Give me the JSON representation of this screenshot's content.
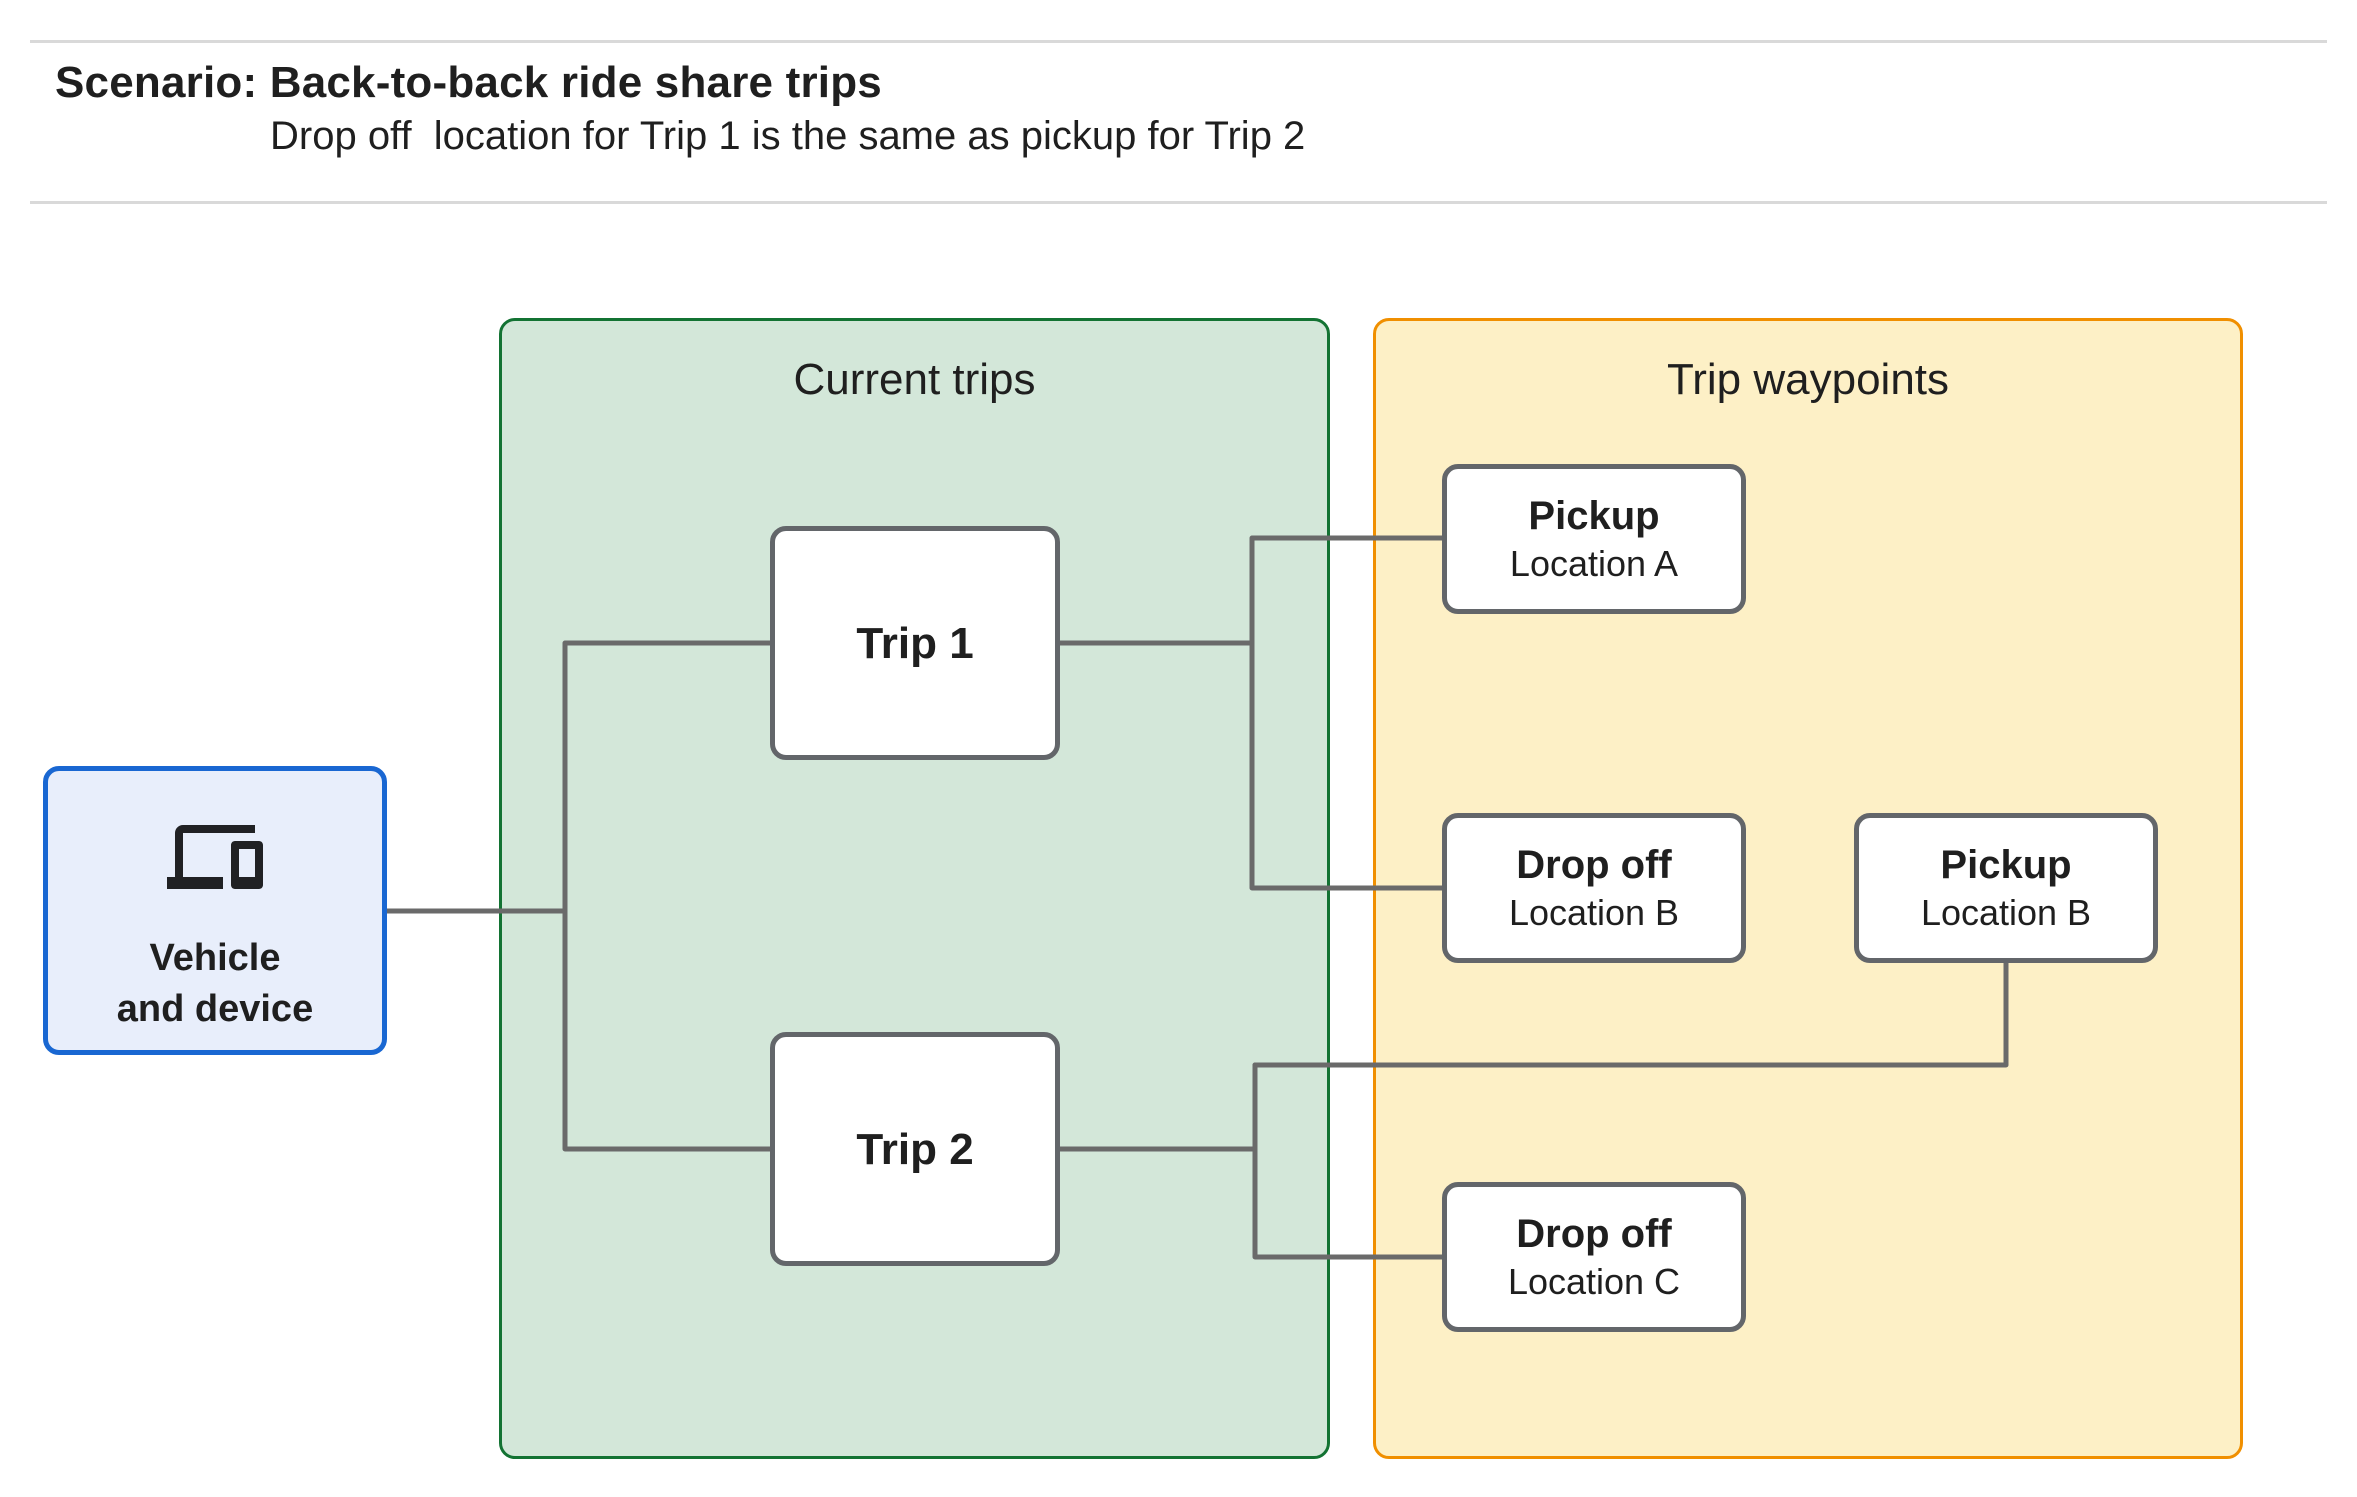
{
  "header": {
    "title": "Scenario: Back-to-back ride share trips",
    "subtitle": "Drop off  location for Trip 1 is the same as pickup for Trip 2"
  },
  "vehicle": {
    "icon": "devices-icon",
    "label_line1": "Vehicle",
    "label_line2": "and device"
  },
  "panels": {
    "current_trips": {
      "title": "Current trips"
    },
    "trip_waypoints": {
      "title": "Trip waypoints"
    }
  },
  "trips": [
    {
      "label": "Trip 1"
    },
    {
      "label": "Trip 2"
    }
  ],
  "waypoints": [
    {
      "title": "Pickup",
      "subtitle": "Location A"
    },
    {
      "title": "Drop off",
      "subtitle": "Location B"
    },
    {
      "title": "Pickup",
      "subtitle": "Location B"
    },
    {
      "title": "Drop off",
      "subtitle": "Location C"
    }
  ],
  "colors": {
    "blue-fill": "#e8eefb",
    "blue-border": "#1967d2",
    "green-fill": "#d3e7d9",
    "green-border": "#137333",
    "yellow-fill": "#fdf0c6",
    "yellow-border": "#f08f00",
    "line-gray": "#6a6a6a",
    "node-border": "#63666a",
    "hairline": "#d9d9d9",
    "ink": "#1f1f1f"
  }
}
